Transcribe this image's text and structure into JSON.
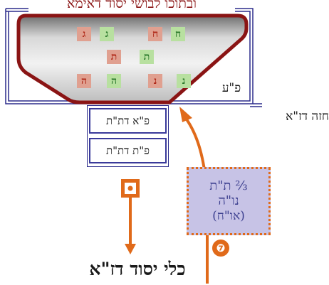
{
  "top_title": "ובתוכו לבושי יסוד דאימא",
  "inner_label": "פ\"ע",
  "right_label": "חזה דז\"א",
  "sub_box_1": "פ\"א דת\"ת",
  "sub_box_2": "פ\"ת דת\"ת",
  "ratio_box": {
    "line1": "⅔ ת\"ת",
    "line2": "נו\"ה",
    "line3": "(או\"ח)"
  },
  "step_badge": "❼",
  "bottom_label": "כלי יסוד דז\"א",
  "cells": [
    {
      "text": "ג",
      "color": "r"
    },
    {
      "text": "ג",
      "color": "g"
    },
    {
      "text": "ח",
      "color": "r"
    },
    {
      "text": "ח",
      "color": "g"
    },
    {
      "text": "ת",
      "color": "r"
    },
    {
      "text": "ת",
      "color": "g"
    },
    {
      "text": "ה",
      "color": "r"
    },
    {
      "text": "ה",
      "color": "g"
    },
    {
      "text": "נ",
      "color": "r"
    },
    {
      "text": "נ",
      "color": "g"
    }
  ],
  "colors": {
    "orange": "#e06a1a",
    "dark_red": "#8a1414",
    "navy": "#2c2c8c",
    "lavender": "#c7c3e6"
  }
}
